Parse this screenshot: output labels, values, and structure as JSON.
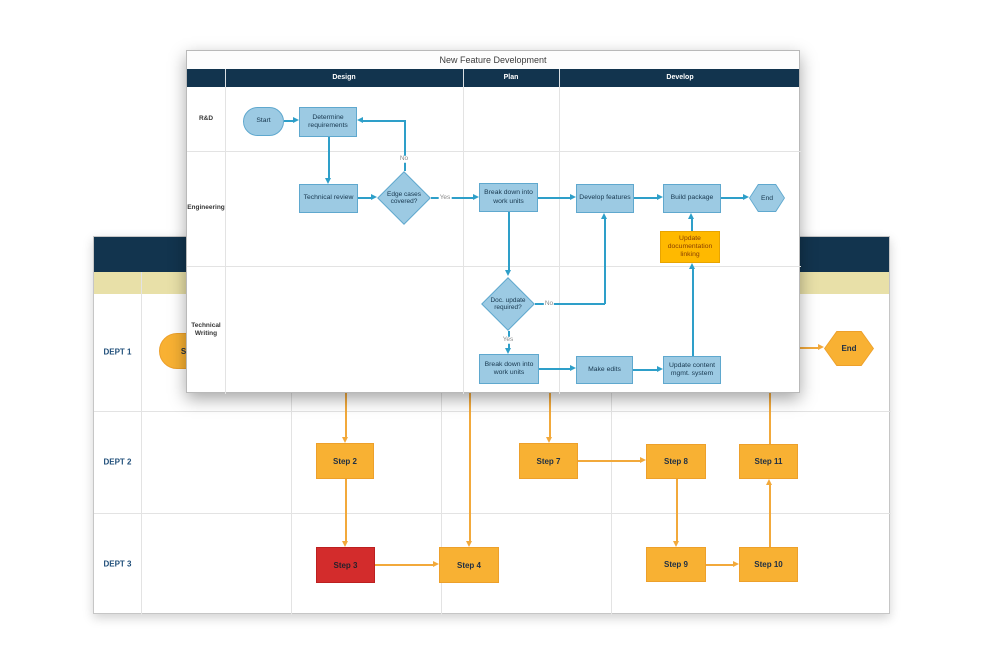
{
  "foreground_chart": {
    "title": "New Feature Development",
    "phases": {
      "design": "Design",
      "plan": "Plan",
      "develop": "Develop"
    },
    "lanes": {
      "rnd": "R&D",
      "eng": "Engineering",
      "tw": "Technical Writing"
    },
    "nodes": {
      "start": "Start",
      "determine": "Determine requirements",
      "tech_review": "Technical review",
      "edge_cases": "Edge cases covered?",
      "breakdown_eng": "Break down into work units",
      "develop_features": "Develop features",
      "build_package": "Build package",
      "end": "End",
      "update_doc": "Update documentation linking",
      "doc_update": "Doc. update required?",
      "breakdown_tw": "Break down into work units",
      "make_edits": "Make edits",
      "update_cms": "Update content mgmt. system"
    },
    "edge_labels": {
      "no1": "No",
      "yes1": "Yes",
      "no2": "No",
      "yes2": "Yes"
    }
  },
  "background_chart": {
    "lanes": {
      "d1": "DEPT 1",
      "d2": "DEPT 2",
      "d3": "DEPT 3"
    },
    "nodes": {
      "start": "Start",
      "step2": "Step 2",
      "step3": "Step 3",
      "step4": "Step 4",
      "step7": "Step 7",
      "step8": "Step 8",
      "step9": "Step 9",
      "step10": "Step 10",
      "step11": "Step 11",
      "end": "End"
    }
  },
  "colors": {
    "navy_header": "#12344E",
    "tan_band": "#E8E0A8",
    "blue_node_fill": "#9CCAE3",
    "blue_node_border": "#5FA8CE",
    "teal_connector": "#2E9FC9",
    "orange_node_fill": "#FFB900",
    "orange_node_border": "#E8A400",
    "step_fill": "#F8B133",
    "step_border": "#EDA02B",
    "red_fill": "#D32C2C",
    "red_border": "#BC2020",
    "orange_connector": "#F2A93B",
    "dept_label": "#1F4E79"
  }
}
